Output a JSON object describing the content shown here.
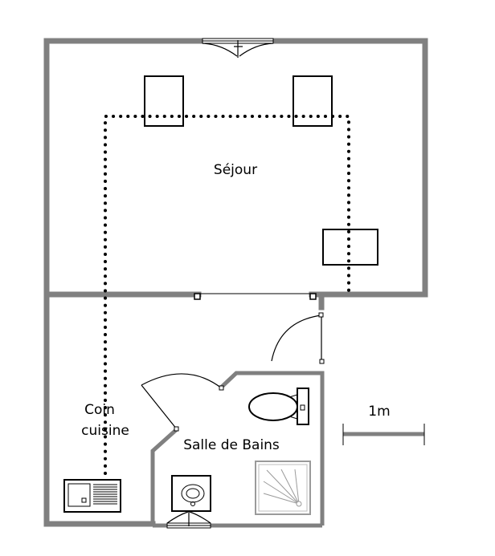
{
  "rooms": {
    "sejour": "Séjour",
    "coin_cuisine_line1": "Coin",
    "coin_cuisine_line2": "cuisine",
    "salle_de_bains": "Salle de Bains"
  },
  "scale": {
    "label": "1m"
  },
  "colors": {
    "wall": "#808080",
    "furniture": "#000000",
    "background": "#ffffff"
  }
}
